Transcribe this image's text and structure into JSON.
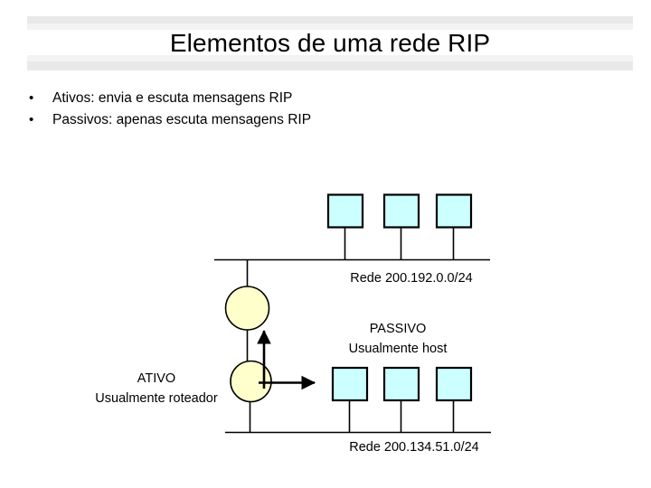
{
  "slide": {
    "title": "Elementos de uma rede RIP",
    "bullets": [
      {
        "marker": "•",
        "text": "Ativos: envia e escuta mensagens RIP"
      },
      {
        "marker": "•",
        "text": "Passivos: apenas escuta mensagens RIP"
      }
    ]
  },
  "diagram": {
    "networks": [
      {
        "id": "top",
        "label": "Rede 200.192.0.0/24",
        "hosts": 3
      },
      {
        "id": "bottom",
        "label": "Rede 200.134.51.0/24",
        "hosts": 3
      }
    ],
    "nodes": [
      {
        "id": "passive-node",
        "role": "PASSIVO",
        "role_line2": "Usualmente host"
      },
      {
        "id": "active-node",
        "role": "ATIVO",
        "role_line2": "Usualmente roteador"
      }
    ],
    "annotations": {
      "passive_line1": "PASSIVO",
      "passive_line2": "Usualmente host",
      "active_line1": "ATIVO",
      "active_line2": "Usualmente roteador"
    },
    "colors": {
      "host_box_fill": "#ccffff",
      "router_circle_fill": "#ffffcc",
      "stroke": "#000000",
      "band_dark": "#e9e9e9",
      "band_light": "#f3f3f3"
    }
  }
}
